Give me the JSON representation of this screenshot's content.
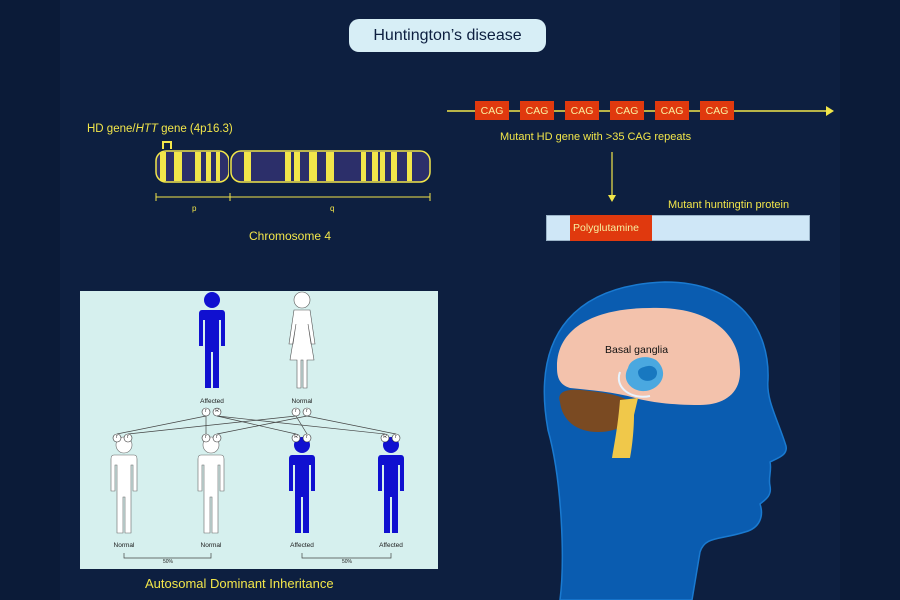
{
  "title": "Huntington’s disease",
  "gene_label": {
    "prefix": "HD gene/",
    "italic": "HTT",
    "suffix": " gene  (4p16.3)"
  },
  "chromosome": {
    "caption": "Chromosome 4",
    "arm_p": "p",
    "arm_q": "q"
  },
  "cag_repeats": [
    "CAG",
    "CAG",
    "CAG",
    "CAG",
    "CAG",
    "CAG"
  ],
  "mutant_gene_label": "Mutant HD gene with >35 CAG repeats",
  "protein": {
    "label": "Mutant huntingtin protein",
    "segment": "Polyglutamine"
  },
  "brain": {
    "label": "Basal ganglia"
  },
  "inheritance": {
    "title": "Autosomal Dominant Inheritance",
    "parents": [
      {
        "label": "Affected",
        "alleles": [
          "r",
          "R"
        ]
      },
      {
        "label": "Normal",
        "alleles": [
          "r",
          "r"
        ]
      }
    ],
    "children": [
      {
        "label": "Normal",
        "alleles": [
          "r",
          "r"
        ]
      },
      {
        "label": "Normal",
        "alleles": [
          "r",
          "r"
        ]
      },
      {
        "label": "Affected",
        "alleles": [
          "R",
          "r"
        ]
      },
      {
        "label": "Affected",
        "alleles": [
          "R",
          "r"
        ]
      }
    ],
    "percent_normal": "50%",
    "percent_affected": "50%"
  },
  "colors": {
    "background": "#0d1f40",
    "accent_yellow": "#f2e64a",
    "cag_red": "#e0390e",
    "affected_blue": "#1010d0",
    "head_blue": "#0a5cb0"
  }
}
